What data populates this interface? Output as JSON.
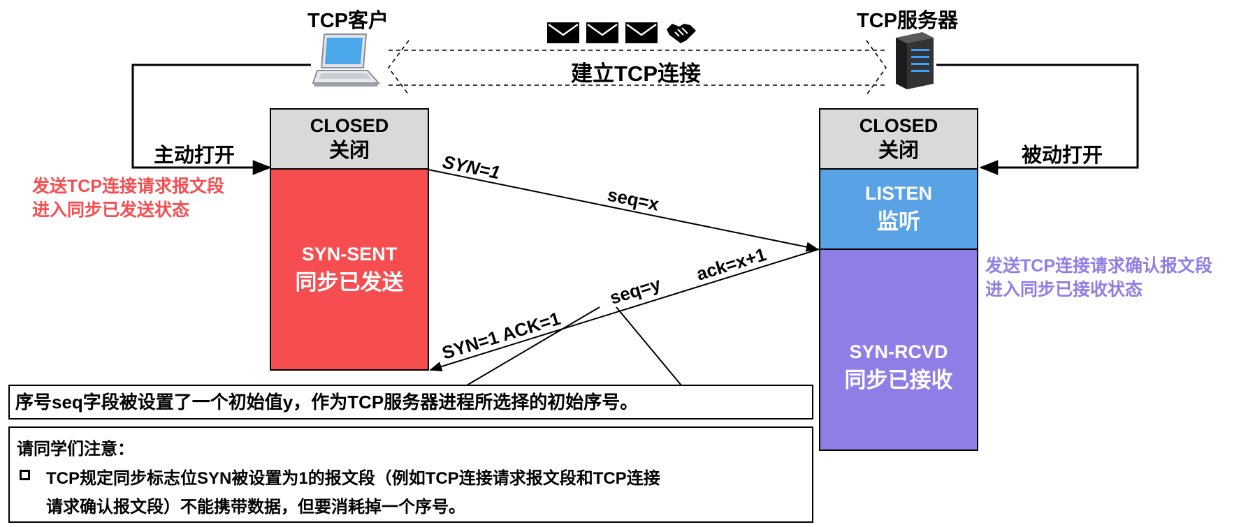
{
  "client": {
    "title": "TCP客户"
  },
  "server": {
    "title": "TCP服务器"
  },
  "connection": {
    "label": "建立TCP连接"
  },
  "client_states": {
    "closed": {
      "en": "CLOSED",
      "zh": "关闭"
    },
    "syn_sent": {
      "en": "SYN-SENT",
      "zh": "同步已发送"
    }
  },
  "server_states": {
    "closed": {
      "en": "CLOSED",
      "zh": "关闭"
    },
    "listen": {
      "en": "LISTEN",
      "zh": "监听"
    },
    "syn_rcvd": {
      "en": "SYN-RCVD",
      "zh": "同步已接收"
    }
  },
  "labels": {
    "active_open": "主动打开",
    "passive_open": "被动打开",
    "client_note_1": "发送TCP连接请求报文段",
    "client_note_2": "进入同步已发送状态",
    "server_note_1": "发送TCP连接请求确认报文段",
    "server_note_2": "进入同步已接收状态"
  },
  "segments": {
    "first_syn": "SYN=1",
    "first_seq": "seq=x",
    "second_synack": "SYN=1  ACK=1",
    "second_seq": "seq=y",
    "second_ack": "ack=x+1"
  },
  "callout": {
    "text": "序号seq字段被设置了一个初始值y，作为TCP服务器进程所选择的初始序号。"
  },
  "note": {
    "heading": "请同学们注意：",
    "bullet_line1": "TCP规定同步标志位SYN被设置为1的报文段（例如TCP连接请求报文段和TCP连接",
    "bullet_line2": "请求确认报文段）不能携带数据，但要消耗掉一个序号。"
  },
  "colors": {
    "closed_bg": "#d9d9d9",
    "syn_sent_bg": "#f54d50",
    "listen_bg": "#5aa2e6",
    "syn_rcvd_bg": "#8e7ee6",
    "client_note": "#f54d50",
    "server_note": "#8e7ee6"
  },
  "icons": [
    "laptop-icon",
    "server-icon",
    "envelope-icon",
    "handshake-icon"
  ]
}
